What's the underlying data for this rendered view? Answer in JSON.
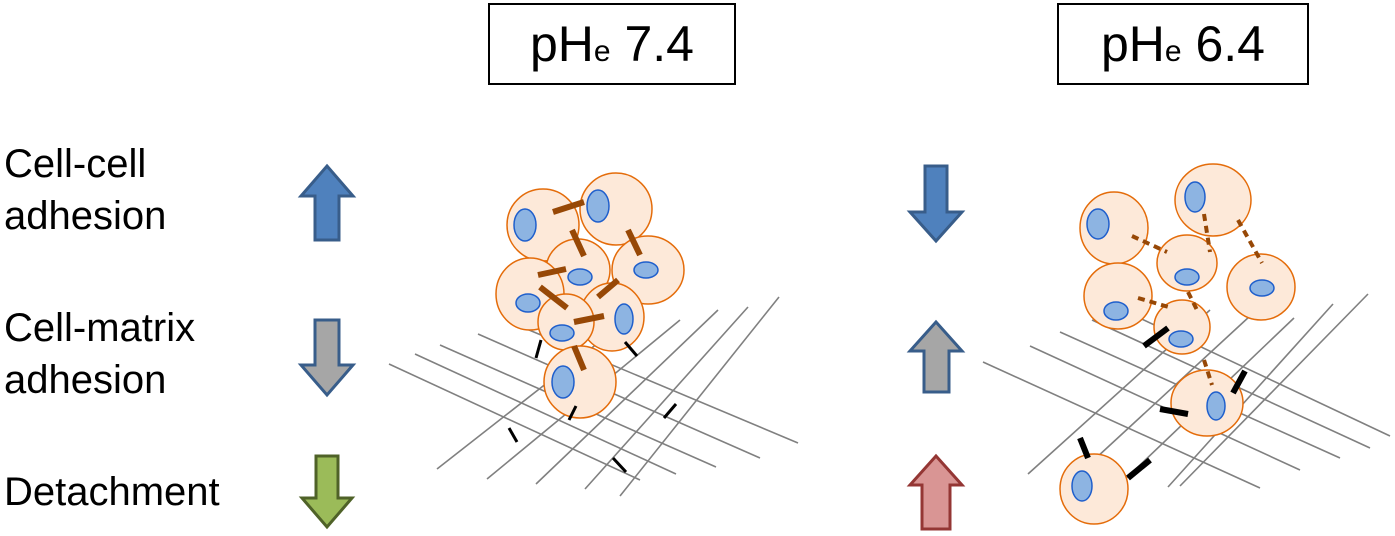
{
  "conditions": {
    "left": {
      "prefix": "pH",
      "sub": "e",
      "value": " 7.4"
    },
    "right": {
      "prefix": "pH",
      "sub": "e",
      "value": " 6.4"
    }
  },
  "rows": {
    "cell_cell": [
      "Cell-cell",
      "adhesion"
    ],
    "cell_matrix": [
      "Cell-matrix",
      "adhesion"
    ],
    "detachment": [
      "Detachment"
    ]
  },
  "arrows": {
    "left": {
      "cell_cell": "up",
      "cell_matrix": "down",
      "detachment": "down"
    },
    "right": {
      "cell_cell": "down",
      "cell_matrix": "up",
      "detachment": "up"
    }
  },
  "colors": {
    "blue_fill": "#4f81bd",
    "blue_stroke": "#385d8a",
    "gray_fill": "#a6a6a6",
    "gray_stroke": "#385d8a",
    "green_fill": "#9bbb59",
    "green_stroke": "#4f6228",
    "red_fill": "#d99594",
    "red_stroke": "#943634",
    "cell_fill": "#fde9d9",
    "cell_stroke": "#e46c0a",
    "nucleus_fill": "#8db4e2",
    "nucleus_stroke": "#1f5fcc",
    "junction": "#974806",
    "matrix_line": "#808080",
    "anchor": "#000000"
  }
}
